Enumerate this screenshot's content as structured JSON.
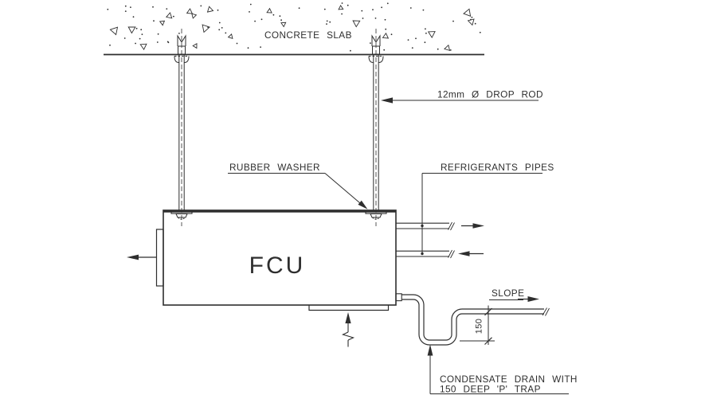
{
  "diagram": {
    "labels": {
      "concrete_slab": "CONCRETE SLAB",
      "drop_rod": "12mm Ø DROP ROD",
      "rubber_washer": "RUBBER WASHER",
      "refrigerants_pipes": "REFRIGERANTS PIPES",
      "fcu": "FCU",
      "slope": "SLOPE",
      "trap_depth": "150",
      "condensate_line1": "CONDENSATE DRAIN WITH",
      "condensate_line2": "150 DEEP 'P' TRAP"
    },
    "colors": {
      "line": "#2e2e2e",
      "background": "#ffffff"
    }
  }
}
